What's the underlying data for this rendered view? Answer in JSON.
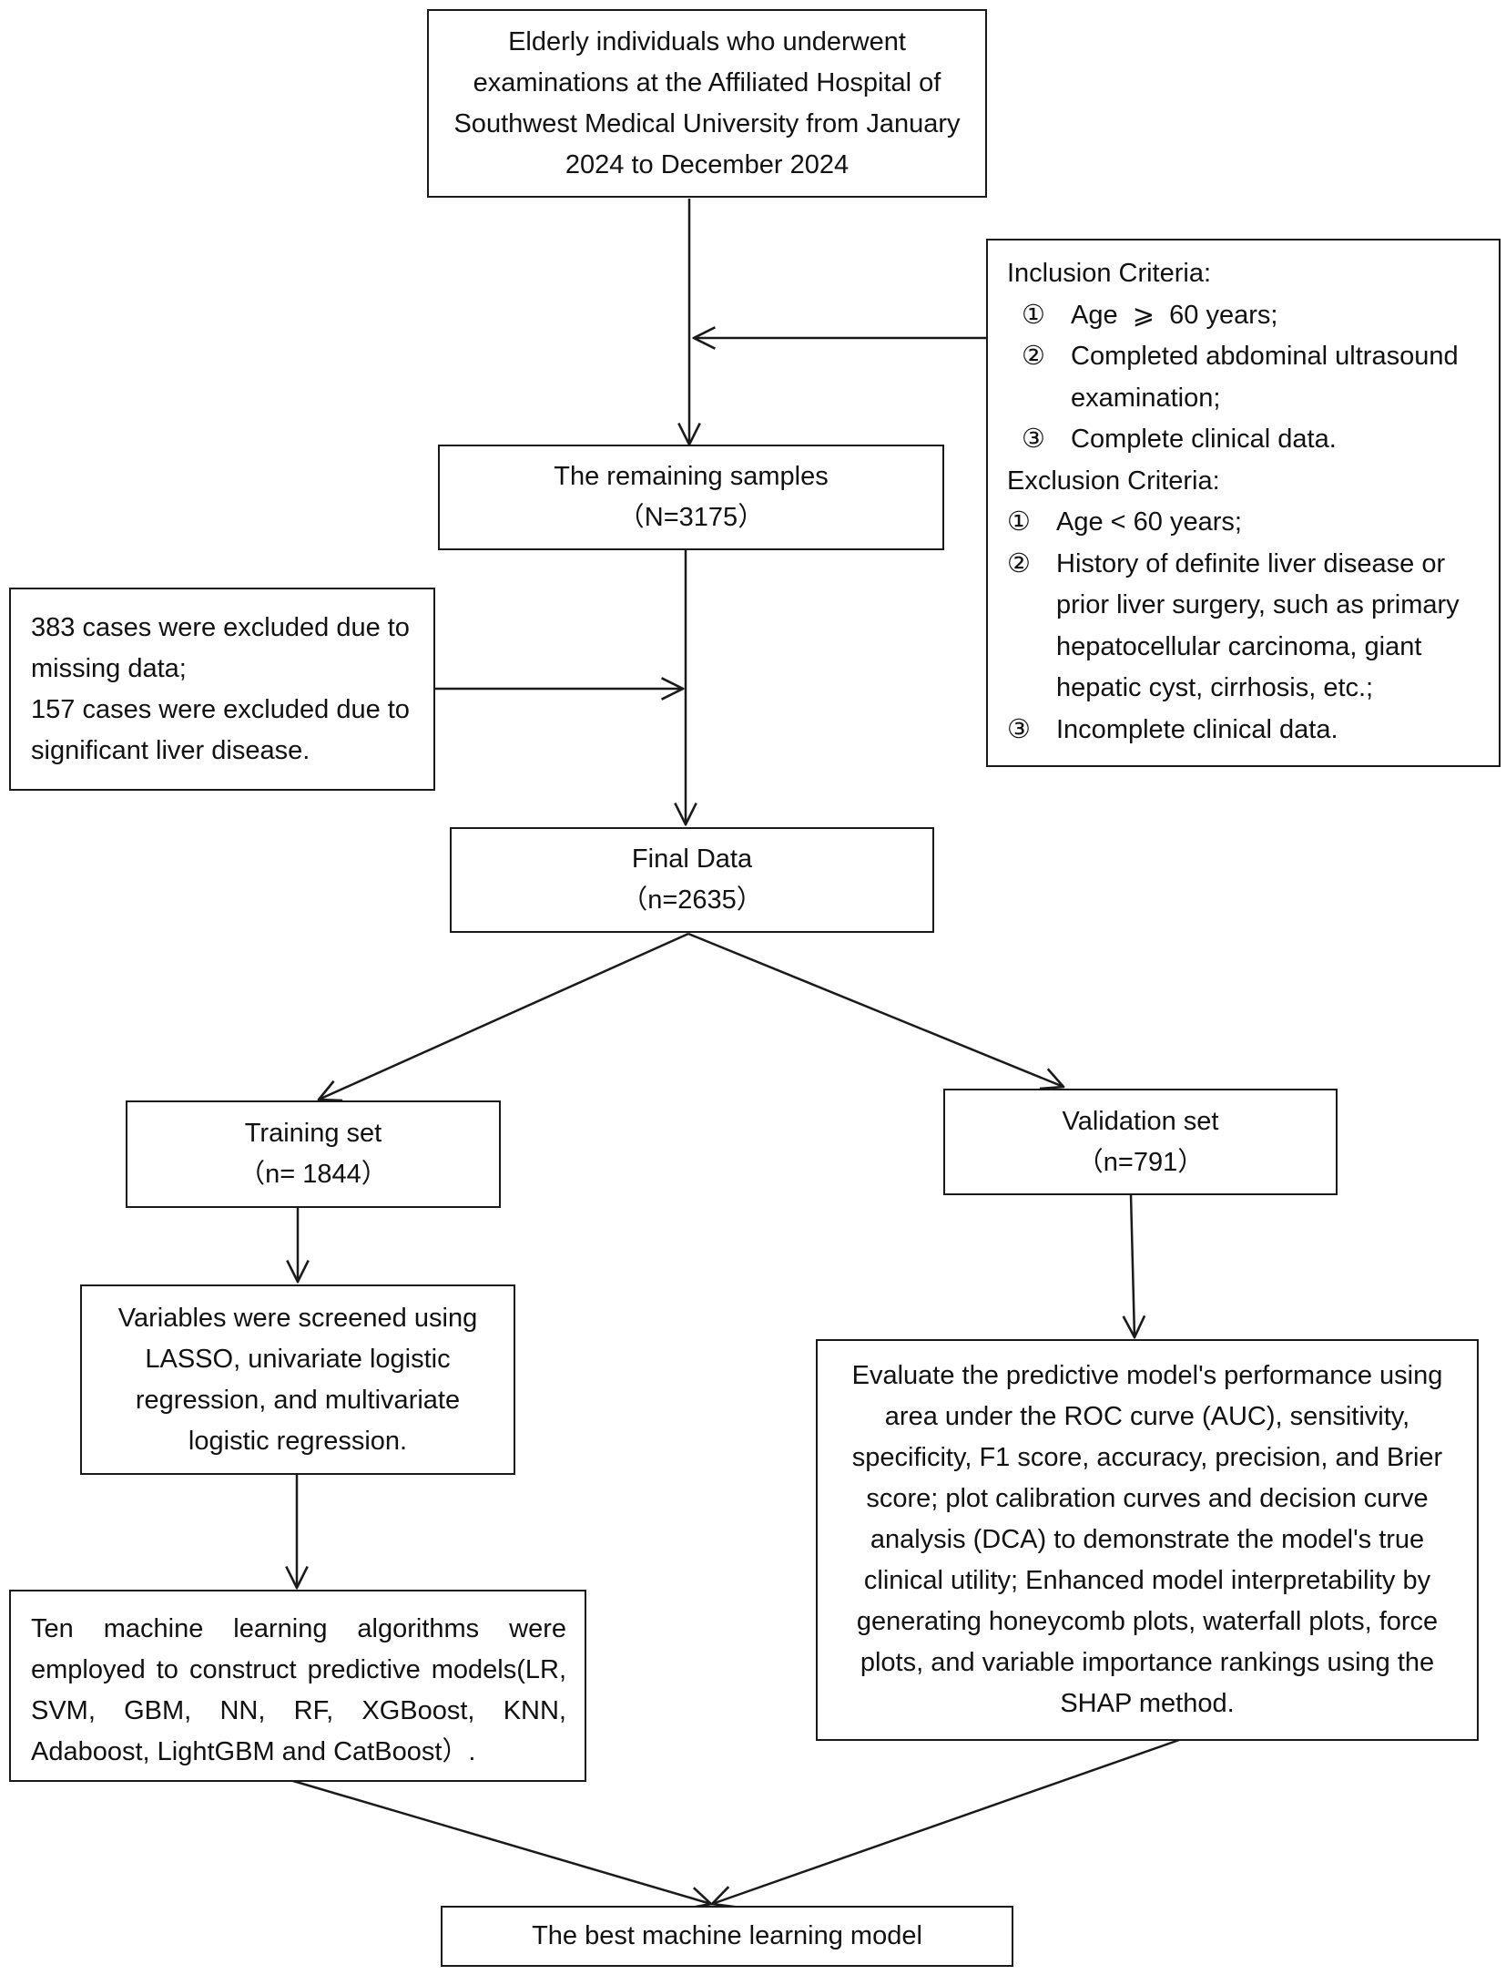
{
  "nodes": {
    "start": "Elderly individuals who underwent examinations at the Affiliated Hospital of Southwest Medical University from January 2024 to December 2024",
    "remaining": {
      "title": "The remaining samples",
      "count": "（N=3175）"
    },
    "excluded": {
      "line1": "383 cases were excluded due to missing data;",
      "line2": "157 cases were excluded due to significant liver disease."
    },
    "final": {
      "title": "Final Data",
      "count": "（n=2635）"
    },
    "training": {
      "title": "Training set",
      "count": "（n= 1844）"
    },
    "validation": {
      "title": "Validation set",
      "count": "（n=791）"
    },
    "screening": "Variables were screened using LASSO, univariate logistic regression, and multivariate logistic regression.",
    "algorithms": "Ten machine learning algorithms were employed to construct predictive models(LR, SVM, GBM, NN, RF, XGBoost, KNN, Adaboost, LightGBM and CatBoost）.",
    "evaluation": "Evaluate the predictive model's performance using area under the ROC curve (AUC), sensitivity, specificity, F1 score, accuracy, precision, and Brier score; plot calibration curves and decision curve analysis (DCA) to demonstrate the model's true clinical utility; Enhanced model interpretability by generating honeycomb plots, waterfall plots, force plots, and variable importance rankings using the SHAP method.",
    "best": "The best machine learning model"
  },
  "criteria": {
    "inclusion_title": "Inclusion Criteria:",
    "inclusion": [
      {
        "num": "①",
        "text": "Age  ⩾  60 years;"
      },
      {
        "num": "②",
        "text": "Completed abdominal ultrasound examination;"
      },
      {
        "num": "③",
        "text": "Complete clinical data."
      }
    ],
    "exclusion_title": "Exclusion Criteria:",
    "exclusion": [
      {
        "num": "①",
        "text": "Age < 60 years;"
      },
      {
        "num": "②",
        "text": "History of definite liver disease or prior liver surgery, such as primary hepatocellular carcinoma, giant hepatic cyst, cirrhosis, etc.;"
      },
      {
        "num": "③",
        "text": "Incomplete clinical data."
      }
    ]
  }
}
